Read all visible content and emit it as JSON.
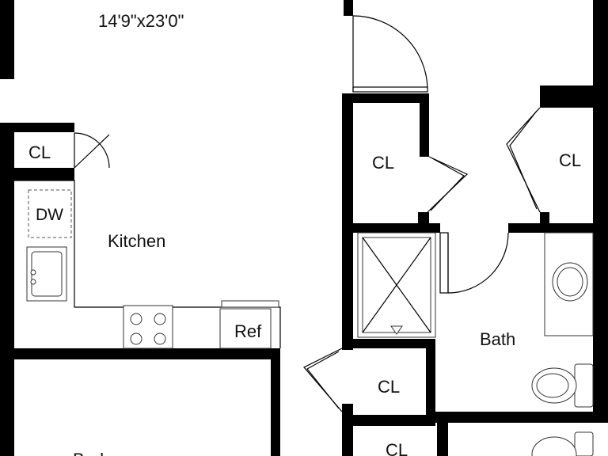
{
  "labels": {
    "living_dims": "14'9\"x23'0\"",
    "closet_1": "CL",
    "dishwasher": "DW",
    "kitchen": "Kitchen",
    "refrigerator": "Ref",
    "closet_2": "CL",
    "closet_3": "CL",
    "bath": "Bath",
    "closet_4": "CL",
    "closet_5": "CL",
    "bedroom": "Bedroom"
  }
}
